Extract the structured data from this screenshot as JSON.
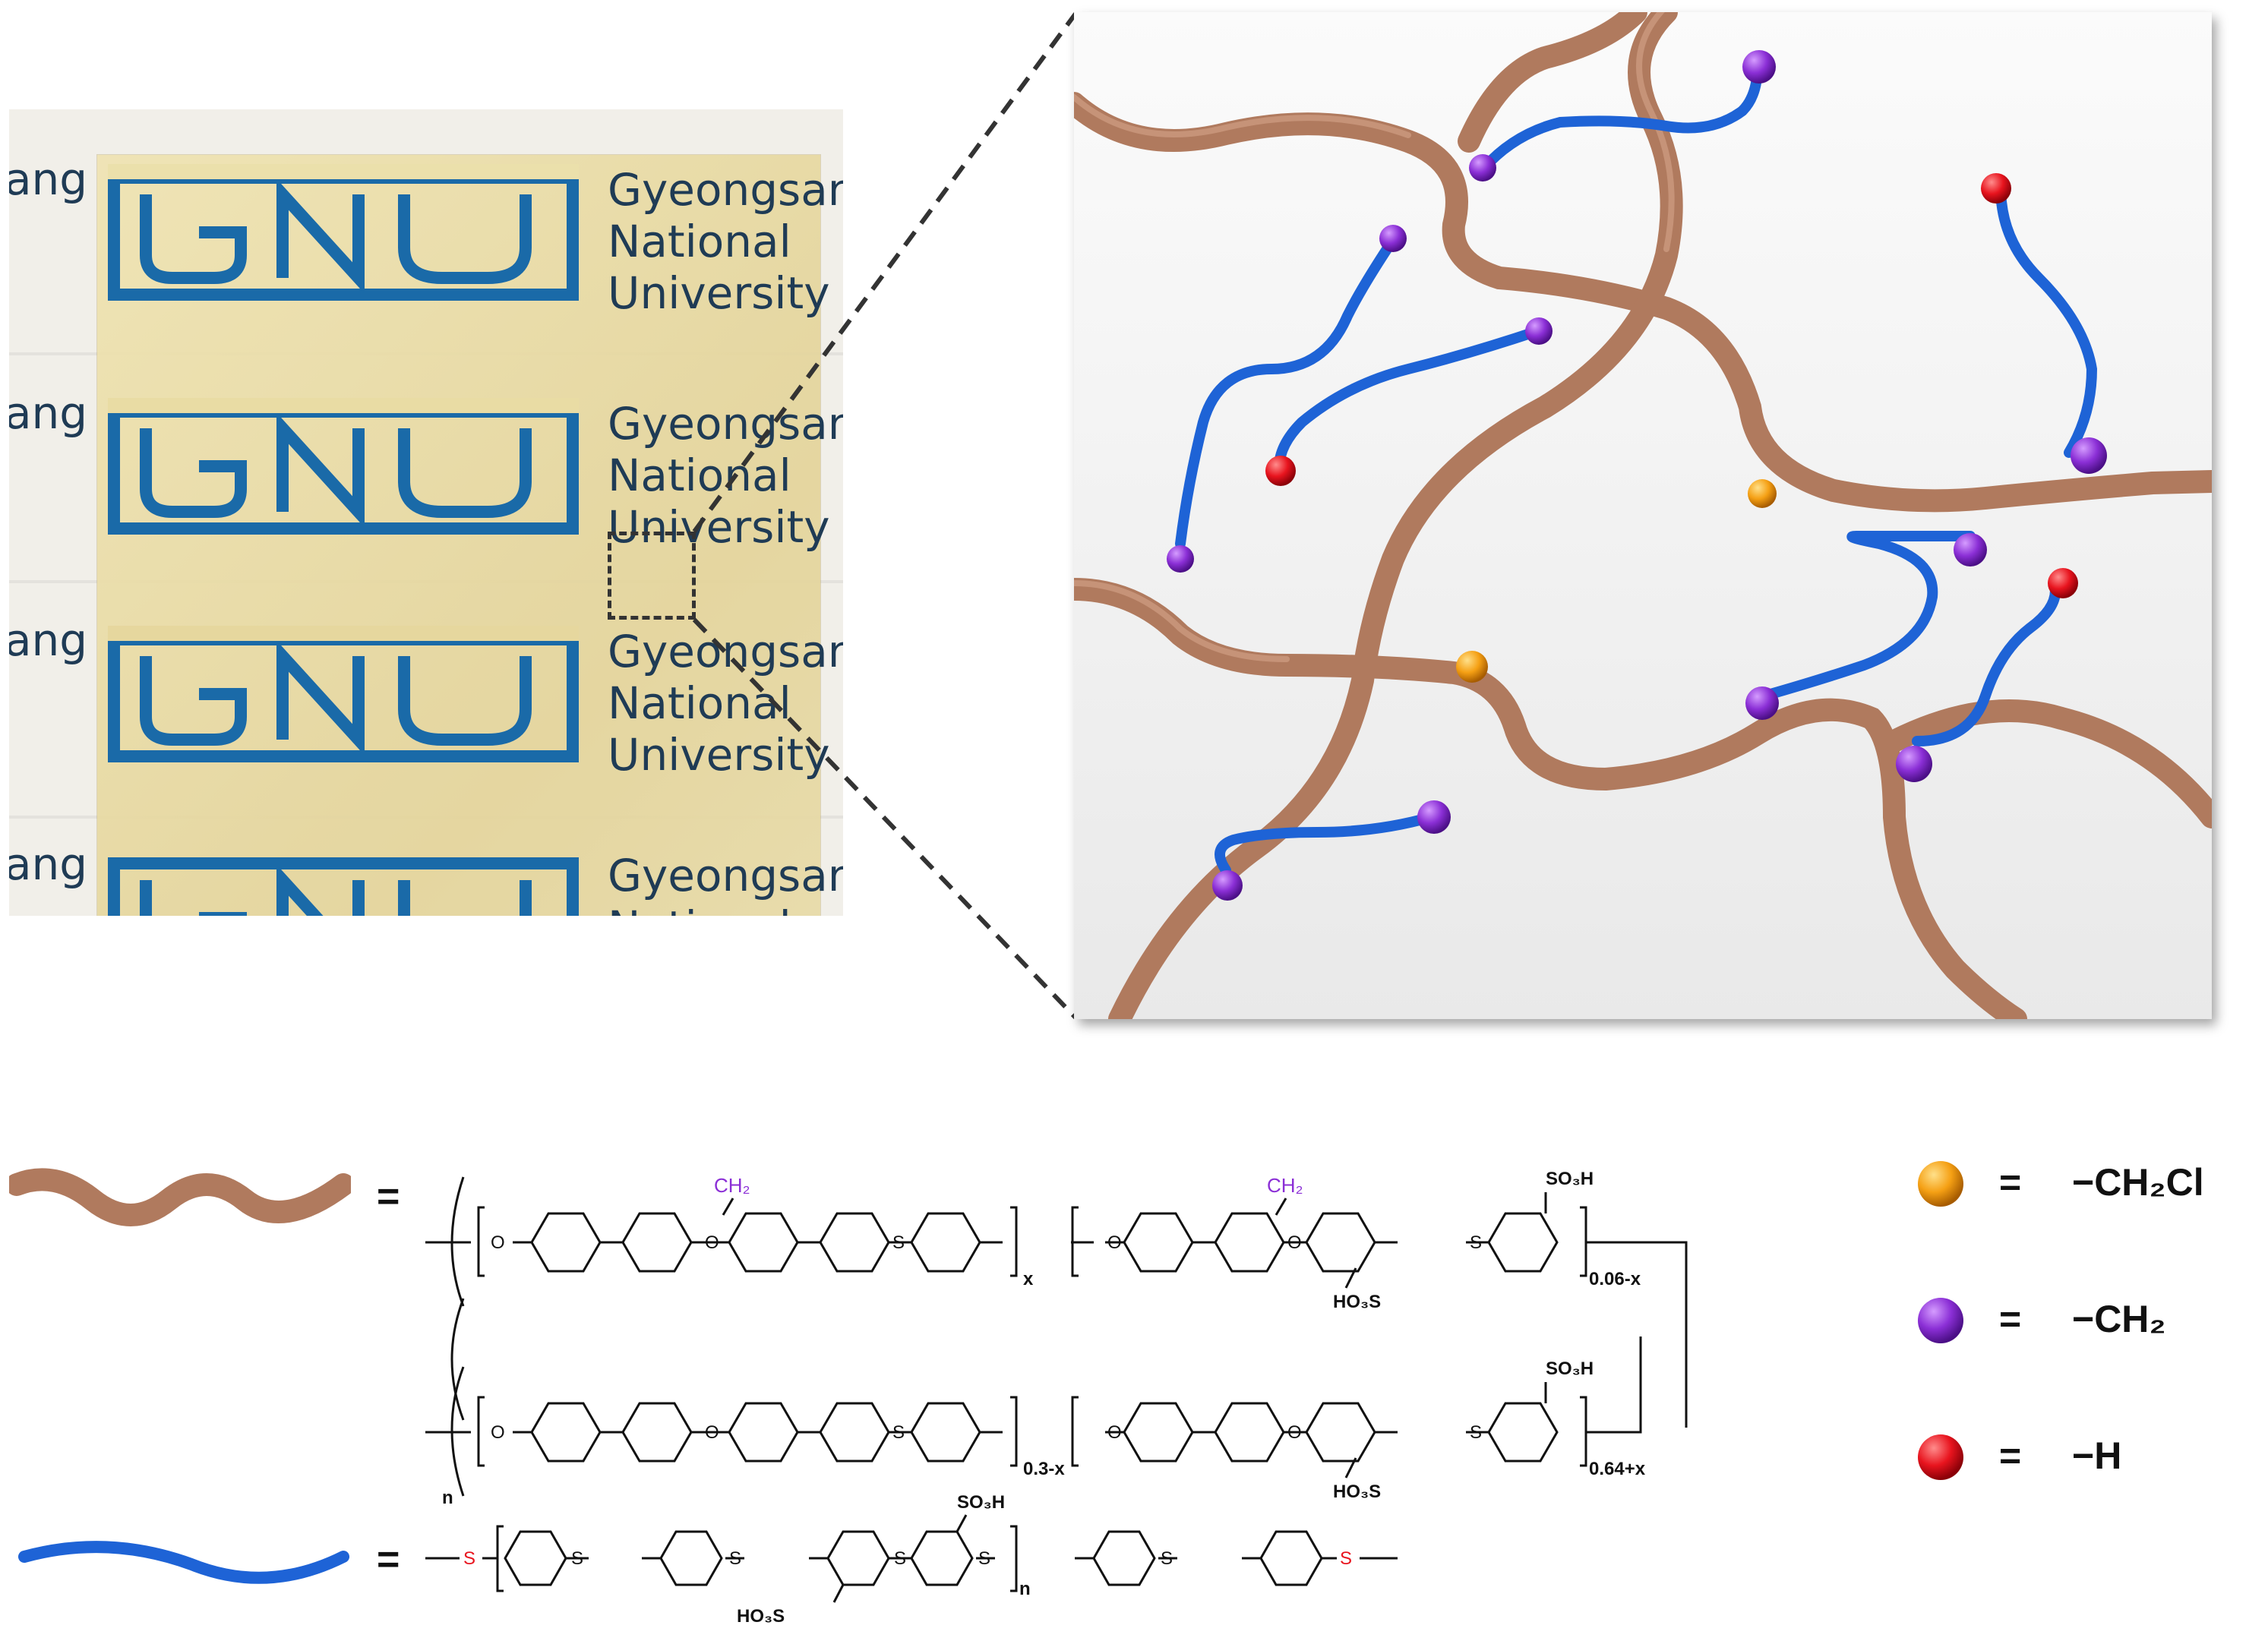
{
  "photo": {
    "logo_mark": "GNU",
    "logo_lines": [
      "Gyeongsang",
      "National",
      "University"
    ],
    "edge_word": "ang"
  },
  "legend": [
    {
      "name": "orange-sphere",
      "color": "#f5a014",
      "eq": "=",
      "label": "−CH₂Cl"
    },
    {
      "name": "purple-sphere",
      "color": "#8b2fd6",
      "eq": "=",
      "label": "−CH₂"
    },
    {
      "name": "red-sphere",
      "color": "#e8141e",
      "eq": "=",
      "label": "−H"
    }
  ],
  "chem": {
    "equals": "=",
    "ch2": "CH₂",
    "so3h": "SO₃H",
    "ho3s": "HO₃S",
    "o": "O",
    "s": "S",
    "n": "n",
    "sub_x": "x",
    "sub_006x": "0.06-x",
    "sub_03x": "0.3-x",
    "sub_064x": "0.64+x"
  },
  "colors": {
    "brown": "#b07a5e",
    "blue": "#1e63d6",
    "purple": "#8b2fd6",
    "red_s": "#e8141e",
    "logo_blue": "#1a6aa8"
  }
}
